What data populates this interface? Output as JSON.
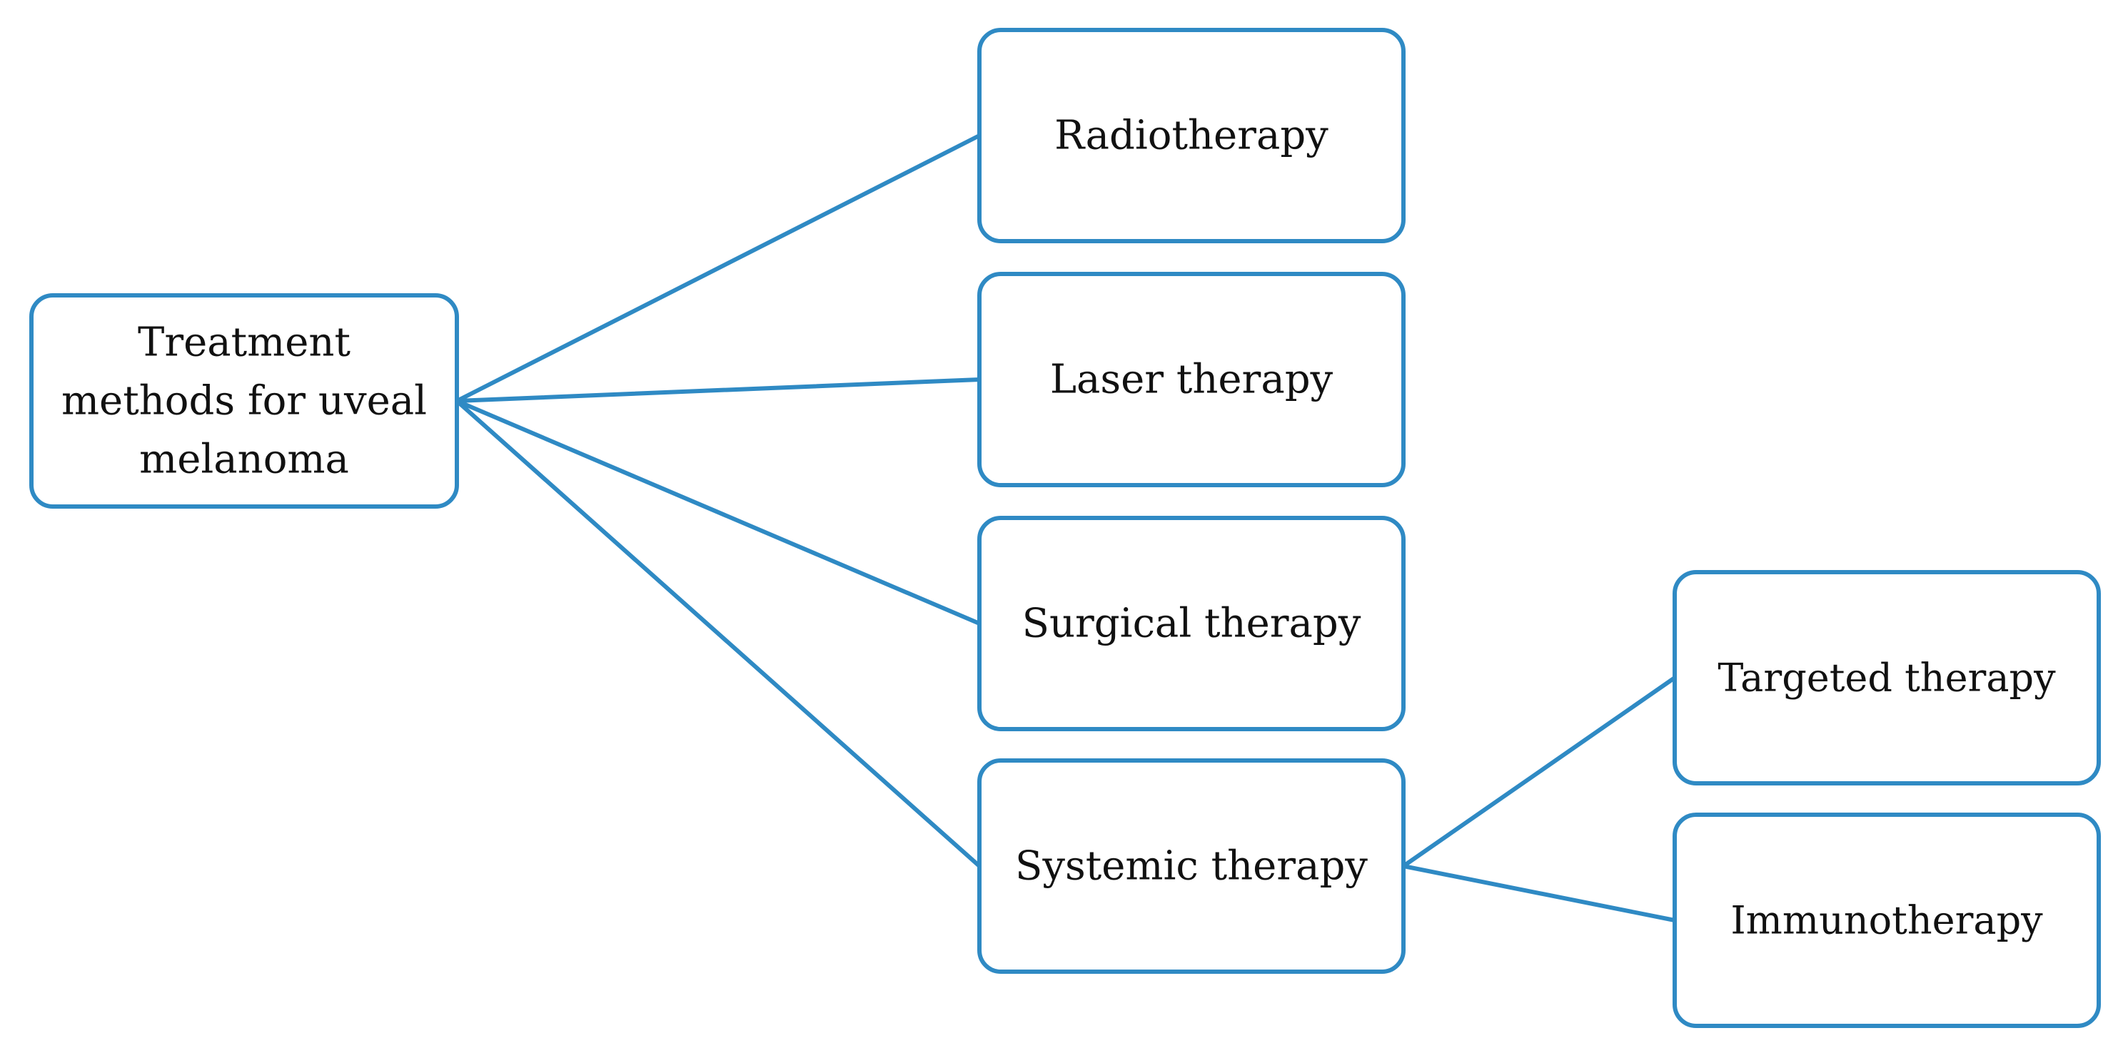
{
  "diagram": {
    "root": {
      "lines": [
        "Treatment",
        "methods for uveal",
        "melanoma"
      ]
    },
    "methods": [
      {
        "label": "Radiotherapy"
      },
      {
        "label": "Laser therapy"
      },
      {
        "label": "Surgical therapy"
      },
      {
        "label": "Systemic therapy"
      }
    ],
    "systemic_subtypes": [
      {
        "label": "Targeted therapy"
      },
      {
        "label": "Immunotherapy"
      }
    ],
    "colors": {
      "accent": "#2f8ac4",
      "text": "#111111",
      "background": "#ffffff"
    }
  }
}
